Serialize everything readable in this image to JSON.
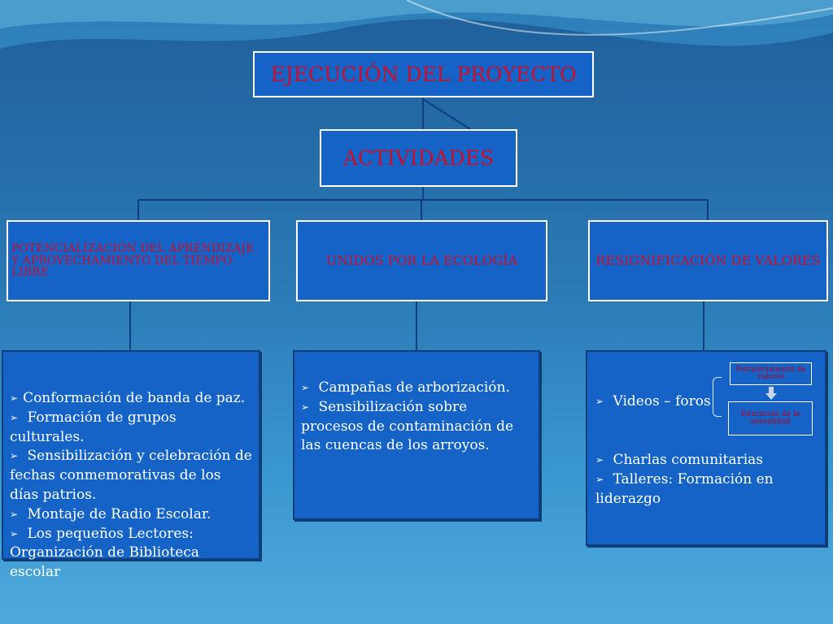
{
  "title": "EJECUCIÓN  DEL PROYECTO",
  "activities": "ACTIVIDADES",
  "categories": [
    {
      "label": "POTENCIALIZACIÓN DEL APRENDIZAJE Y APROVECHAMIENTO DEL TIEMPO LIBRE",
      "items": [
        "Conformación de banda de  paz.",
        " Formación de grupos culturales.",
        " Sensibilización y celebración de fechas conmemorativas de los días patrios.",
        " Montaje de Radio Escolar.",
        " Los pequeños Lectores: Organización de Biblioteca escolar"
      ]
    },
    {
      "label": "UNIDOS POR LA ECOLOGÍA",
      "items": [
        " Campañas de arborización.",
        " Sensibilización sobre procesos de contaminación de las cuencas de los arroyos."
      ]
    },
    {
      "label": "RESIGNIFICACIÓN DE VALORES",
      "videos": " Videos – foros",
      "items": [
        " Charlas comunitarias",
        " Talleres: Formación en liderazgo"
      ],
      "mini_boxes": [
        "Fortalecimiento de valores",
        "Educación de la sexualidad"
      ]
    }
  ],
  "colors": {
    "box_fill": "#1663c7",
    "box_text": "#c8102e",
    "detail_text": "#ffffff",
    "connector": "#0d3f7d"
  }
}
